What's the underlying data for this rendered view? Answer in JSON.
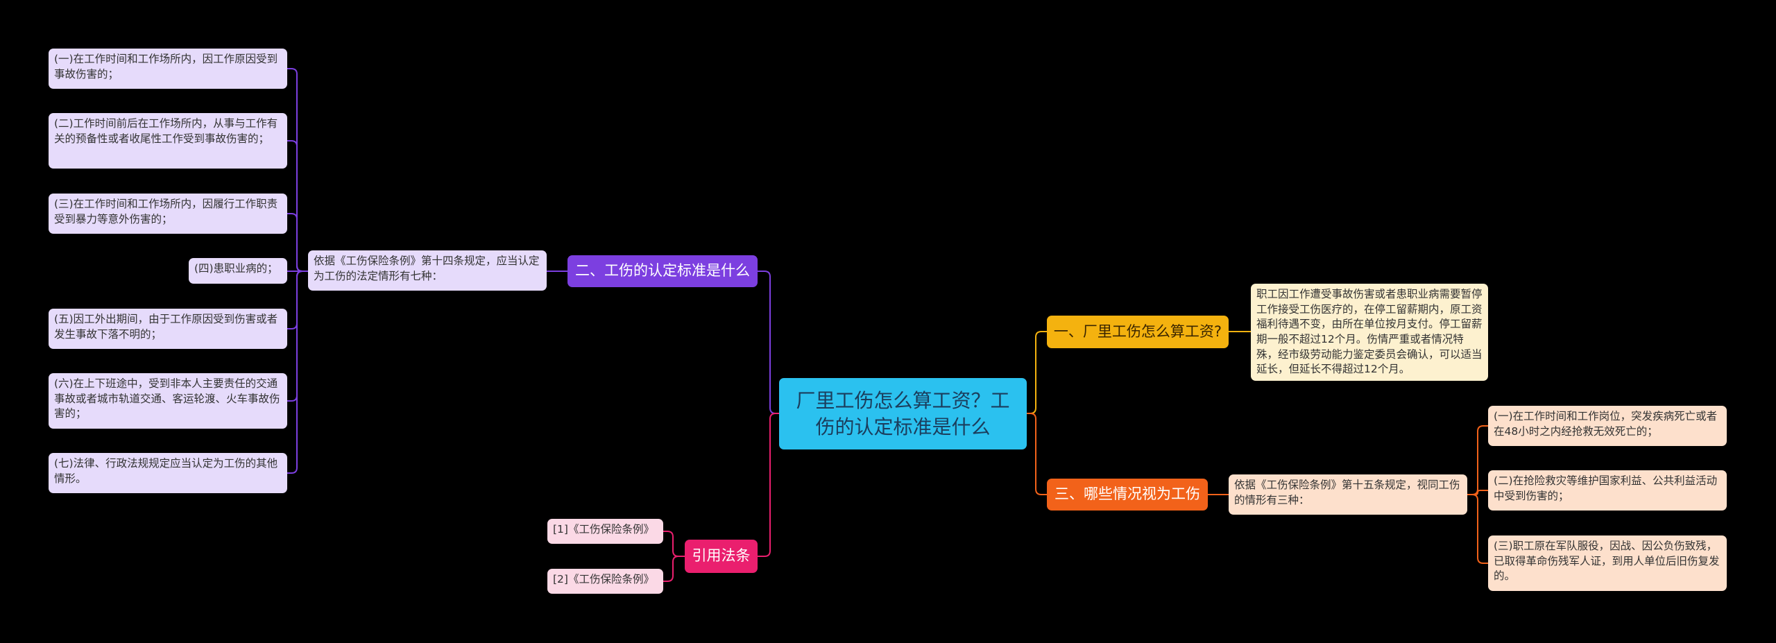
{
  "root": {
    "title": "厂里工伤怎么算工资？工伤的认定标准是什么"
  },
  "colors": {
    "background": "#000000",
    "root": "#2bc1ef",
    "purple": "#7c3fe0",
    "pink": "#ea1f6e",
    "yellow": "#f4b20f",
    "orange": "#f2621a"
  },
  "branch_purple": {
    "label": "二、工伤的认定标准是什么",
    "intro": "依据《工伤保险条例》第十四条规定，应当认定为工伤的法定情形有七种：",
    "items": [
      "(一)在工作时间和工作场所内，因工作原因受到事故伤害的；",
      "(二)工作时间前后在工作场所内，从事与工作有关的预备性或者收尾性工作受到事故伤害的；",
      "(三)在工作时间和工作场所内，因履行工作职责受到暴力等意外伤害的；",
      "(四)患职业病的；",
      "(五)因工外出期间，由于工作原因受到伤害或者发生事故下落不明的；",
      "(六)在上下班途中，受到非本人主要责任的交通事故或者城市轨道交通、客运轮渡、火车事故伤害的；",
      "(七)法律、行政法规规定应当认定为工伤的其他情形。"
    ]
  },
  "branch_pink": {
    "label": "引用法条",
    "items": [
      "[1]《工伤保险条例》",
      "[2]《工伤保险条例》"
    ]
  },
  "branch_yellow": {
    "label": "一、厂里工伤怎么算工资?",
    "detail": "职工因工作遭受事故伤害或者患职业病需要暂停工作接受工伤医疗的，在停工留薪期内，原工资福利待遇不变，由所在单位按月支付。停工留薪期一般不超过12个月。伤情严重或者情况特殊，经市级劳动能力鉴定委员会确认，可以适当延长，但延长不得超过12个月。"
  },
  "branch_orange": {
    "label": "三、哪些情况视为工伤",
    "intro": "依据《工伤保险条例》第十五条规定，视同工伤的情形有三种：",
    "items": [
      "(一)在工作时间和工作岗位，突发疾病死亡或者在48小时之内经抢救无效死亡的；",
      "(二)在抢险救灾等维护国家利益、公共利益活动中受到伤害的；",
      "(三)职工原在军队服役，因战、因公负伤致残，已取得革命伤残军人证，到用人单位后旧伤复发的。"
    ]
  }
}
